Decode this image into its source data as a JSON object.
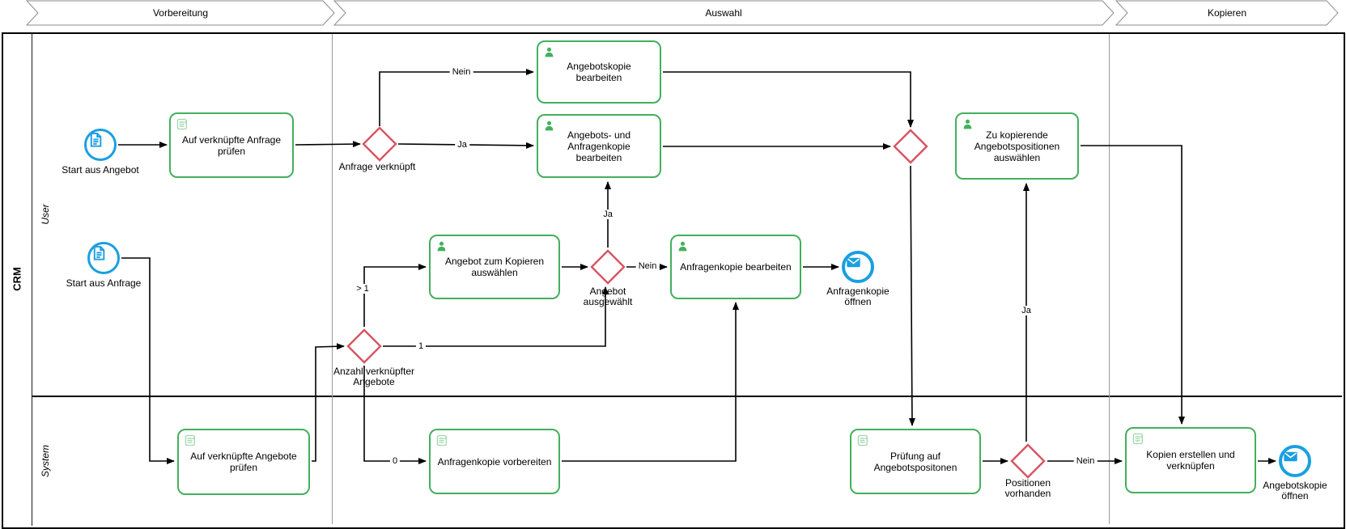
{
  "header": {
    "phases": [
      {
        "label": "Vorbereitung"
      },
      {
        "label": "Auswahl"
      },
      {
        "label": "Kopieren"
      }
    ]
  },
  "pool": {
    "name": "CRM",
    "lanes": [
      {
        "label": "User"
      },
      {
        "label": "System"
      }
    ]
  },
  "events": {
    "start_angebot": {
      "label": "Start aus Angebot"
    },
    "start_anfrage": {
      "label": "Start aus Anfrage"
    },
    "end_anfragenkopie": {
      "label": "Anfragenkopie öffnen"
    },
    "end_angebotskopie": {
      "label": "Angebotskopie öffnen"
    }
  },
  "tasks": {
    "anfrage_pruefen": {
      "label": "Auf verknüpfte Anfrage prüfen",
      "icon": "script"
    },
    "angebotskopie_bearb": {
      "label": "Angebotskopie bearbeiten",
      "icon": "user"
    },
    "angebots_anfragenkopie": {
      "label": "Angebots- und Anfragenkopie bearbeiten",
      "icon": "user"
    },
    "zu_kopierende": {
      "label": "Zu kopierende Angebotspositionen auswählen",
      "icon": "user"
    },
    "angebot_kopieren": {
      "label": "Angebot zum Kopieren auswählen",
      "icon": "user"
    },
    "anfragenkopie_bearb": {
      "label": "Anfragenkopie bearbeiten",
      "icon": "user"
    },
    "angebote_pruefen": {
      "label": "Auf verknüpfte Angebote prüfen",
      "icon": "script"
    },
    "anfragenkopie_vorb": {
      "label": "Anfragenkopie vorbereiten",
      "icon": "script"
    },
    "pruefung_positionen": {
      "label": "Prüfung auf Angebotspositonen",
      "icon": "script"
    },
    "kopien_erstellen": {
      "label": "Kopien erstellen und verknüpfen",
      "icon": "script"
    }
  },
  "gateways": {
    "anfrage_verknuepft": {
      "label": "Anfrage verknüpft"
    },
    "angebot_ausgewaehlt": {
      "label": "Angebot ausgewählt"
    },
    "anzahl_angebote": {
      "label": "Anzahl verknüpfter Angebote"
    },
    "positionen_vorhanden": {
      "label": "Positionen vorhanden"
    }
  },
  "edge_labels": {
    "nein_anfrage": "Nein",
    "ja_anfrage": "Ja",
    "groesser_eins": "> 1",
    "eins": "1",
    "null": "0",
    "ja_angebot": "Ja",
    "nein_angebot": "Nein",
    "ja_positionen": "Ja",
    "nein_positionen": "Nein"
  },
  "colors": {
    "task-green": "#43b05c",
    "icon-green-light": "#9fd8ad",
    "event-blue": "#1a9fe0",
    "gateway-red": "#d85462"
  }
}
